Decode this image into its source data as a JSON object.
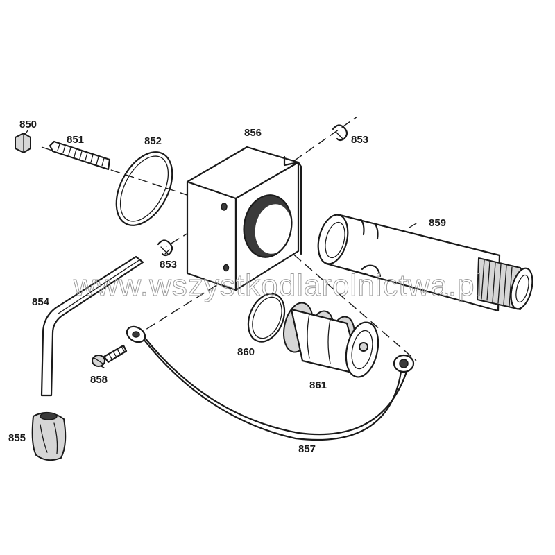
{
  "parts": {
    "p850": "850",
    "p851": "851",
    "p852": "852",
    "p853a": "853",
    "p853b": "853",
    "p854": "854",
    "p855": "855",
    "p856": "856",
    "p857": "857",
    "p858": "858",
    "p859": "859",
    "p860": "860",
    "p861": "861"
  },
  "watermark": "www.wszystkodlarolnictwa.pl"
}
